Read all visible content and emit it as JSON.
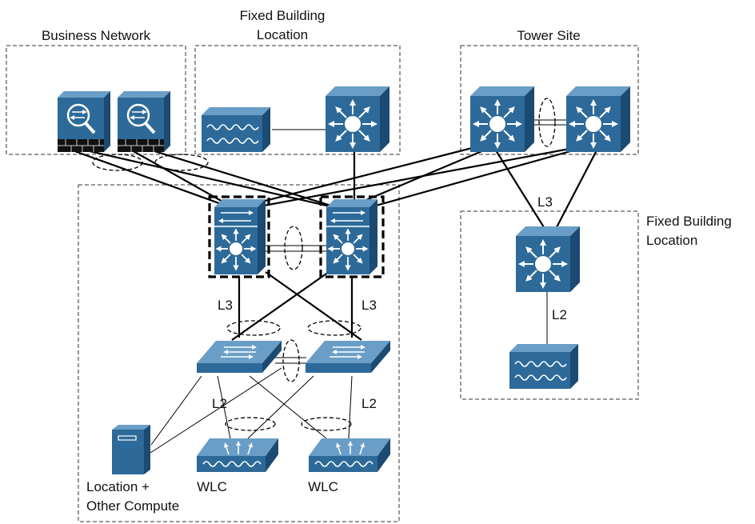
{
  "zones": {
    "business_network": "Business Network",
    "fixed_building_top": [
      "Fixed Building",
      "Location"
    ],
    "tower_site": "Tower Site",
    "fixed_building_right": [
      "Fixed Building",
      "Location"
    ]
  },
  "link_labels": {
    "core_left": "L3",
    "core_right": "L3",
    "tower_uplink": "L3",
    "access_left": "L2",
    "access_right": "L2",
    "fixed_right": "L2"
  },
  "devices": {
    "wlc_left": "WLC",
    "wlc_right": "WLC",
    "server": [
      "Location +",
      "Other Compute"
    ]
  },
  "colors": {
    "device_face": "#2d6a99",
    "device_top": "#6a9ec6",
    "device_side": "#1b4a72"
  }
}
